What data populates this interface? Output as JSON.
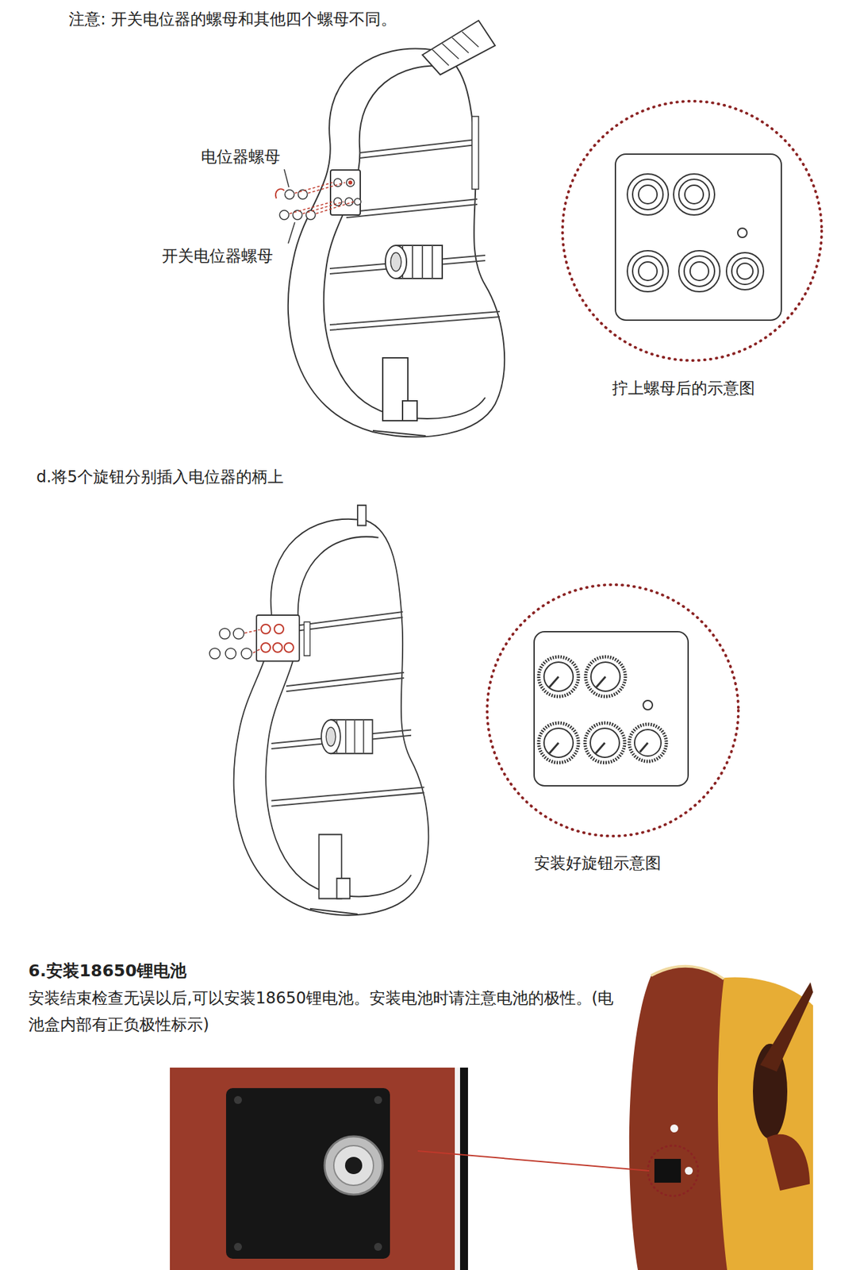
{
  "diagram": {
    "labels": [
      "注意: 开关电位器的螺母和其他四个螺母不同。",
      "电位器螺母",
      "开关电位器螺母",
      "拧上螺母后的示意图",
      "d.将5个旋钮分别插入电位器的柄上",
      "安装好旋钮示意图",
      "6.安装18650锂电池",
      "安装结束检查无误以后,可以安装18650锂电池。安装电池时请注意电池的极性。(电池盒内部有正负极性标示)"
    ]
  }
}
